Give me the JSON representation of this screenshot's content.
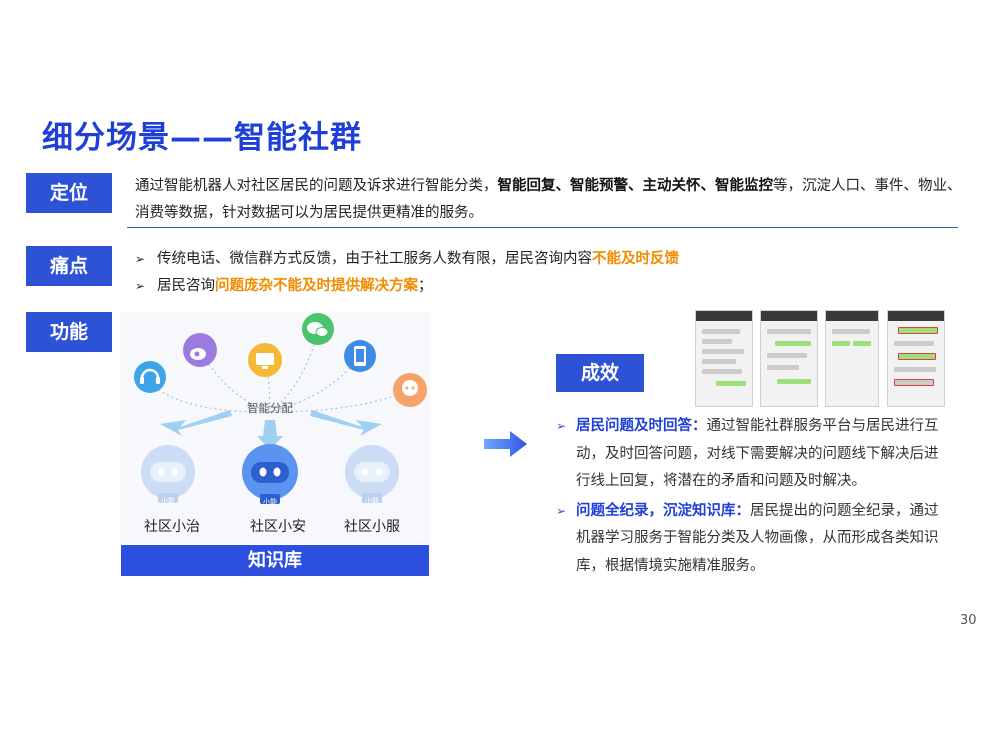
{
  "title": "细分场景——智能社群",
  "sections": {
    "dingwei": {
      "label": "定位",
      "seg1": "通过智能机器人对社区居民的问题及诉求进行智能分类，",
      "bold1": "智能回复",
      "sep1": "、",
      "bold2": "智能预警",
      "sep2": "、",
      "bold3": "主动关怀",
      "sep3": "、",
      "bold4": "智能监控",
      "seg2": "等，沉淀人口、事件、物业、",
      "line2": "消费等数据，针对数据可以为居民提供更精准的服务。"
    },
    "tongdian": {
      "label": "痛点",
      "bullet1_text": "传统电话、微信群方式反馈，由于社工服务人数有限，居民咨询内容",
      "bullet1_hl": "不能及时反馈",
      "bullet2_text": "居民咨询",
      "bullet2_hl": "问题庞杂不能及时提供解决方案",
      "bullet2_end": "；"
    },
    "gongneng": {
      "label": "功能",
      "center_label": "智能分配",
      "robots": [
        "社区小治",
        "社区小安",
        "社区小服"
      ],
      "badge": "小能",
      "knowledge_base": "知识库"
    },
    "chengxiao": {
      "label": "成效",
      "items": [
        {
          "label": "居民问题及时回答：",
          "text": "通过智能社群服务平台与居民进行互动，及时回答问题，对线下需要解决的问题线下解决后进行线上回复，将潜在的矛盾和问题及时解决。"
        },
        {
          "label": "问题全纪录，沉淀知识库：",
          "text": "居民提出的问题全纪录，通过机器学习服务于智能分类及人物画像，从而形成各类知识库，根据情境实施精准服务。"
        }
      ]
    }
  },
  "page_number": "30",
  "colors": {
    "brand_blue": "#2e52d6",
    "title_blue": "#1f3fd6",
    "highlight_orange": "#f08c00"
  }
}
